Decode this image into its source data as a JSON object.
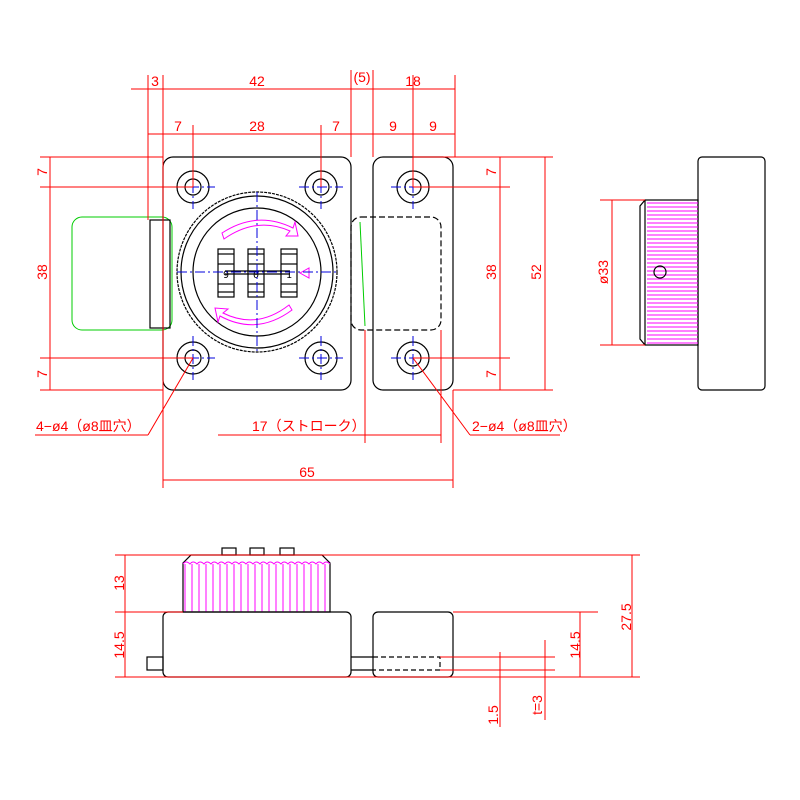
{
  "top_dims": {
    "d3": "3",
    "d42": "42",
    "d5": "(5)",
    "d18": "18",
    "d7a": "7",
    "d28": "28",
    "d7b": "7",
    "d9a": "9",
    "d9b": "9"
  },
  "side_dims": {
    "left_7a": "7",
    "left_38": "38",
    "left_7b": "7",
    "right_7a": "7",
    "right_38": "38",
    "right_7b": "7",
    "d52": "52",
    "dia33": "ø33"
  },
  "callouts": {
    "holes_left": "4−ø4（ø8皿穴）",
    "stroke": "17（ストローク）",
    "holes_right": "2−ø4（ø8皿穴）",
    "d65": "65"
  },
  "dial_digits": [
    "9",
    "0",
    "1"
  ],
  "front_dims": {
    "d13": "13",
    "d14_5a": "14.5",
    "d14_5b": "14.5",
    "d27_5": "27.5",
    "d1_5": "1.5",
    "t3": "t=3"
  },
  "colors": {
    "dimension": "#ff0000",
    "outline": "#000000",
    "center": "#0000dd",
    "knurl": "#ff00ff",
    "hidden": "#00cc00"
  }
}
